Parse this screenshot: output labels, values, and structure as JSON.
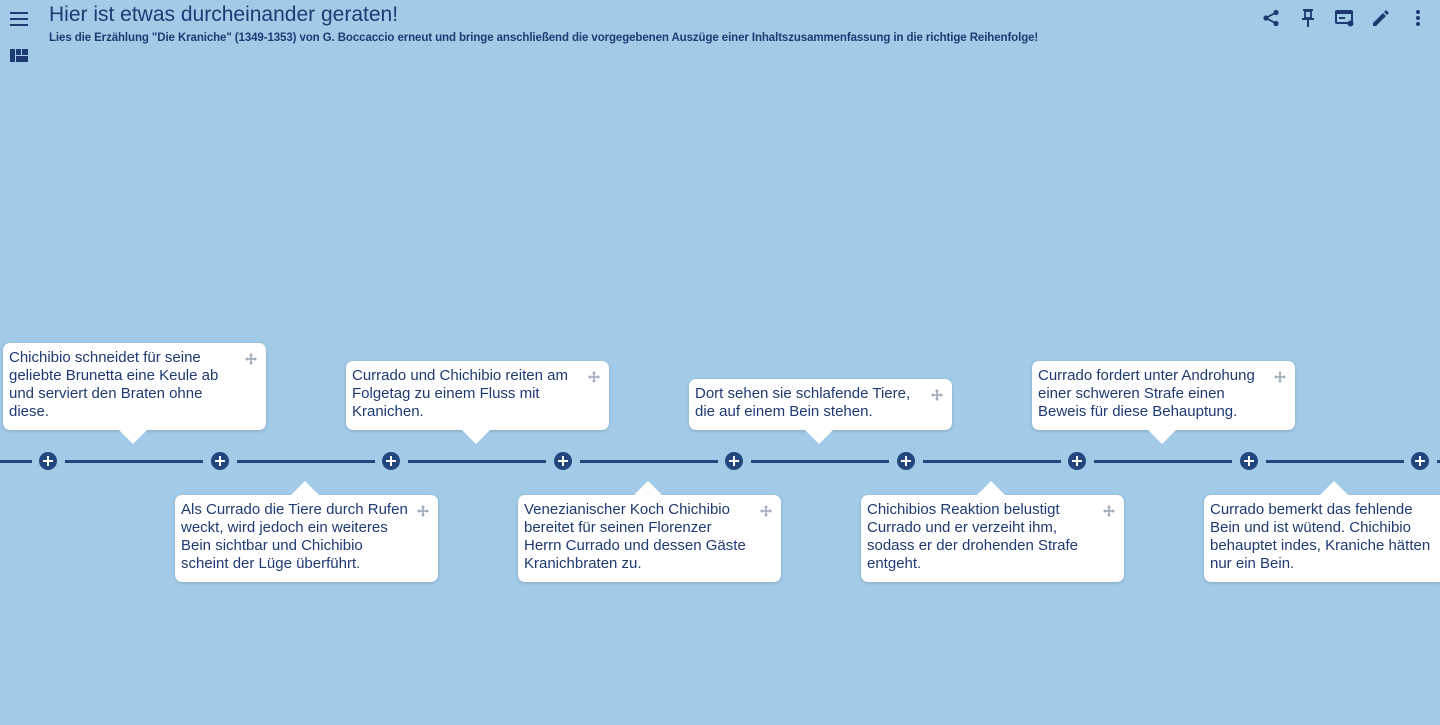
{
  "header": {
    "title": "Hier ist etwas durcheinander geraten!",
    "subtitle": "Lies die Erzählung \"Die Kraniche\" (1349-1353) von G. Boccaccio erneut und bringe anschließend die vorgegebenen Auszüge einer Inhaltszusammenfassung in die richtige Reihenfolge!",
    "menu_icon": "menu-icon",
    "layout_icon": "layout-icon",
    "actions": [
      "share-icon",
      "pin-icon",
      "slideshow-icon",
      "edit-icon",
      "more-vert-icon"
    ]
  },
  "colors": {
    "background": "#a2cbe8",
    "timeline": "#22477f",
    "card": "#ffffff",
    "text": "#1e3a72"
  },
  "cards": [
    {
      "text": "Chichibio schneidet für seine geliebte Brunetta eine Keule ab und serviert den Braten ohne diese.",
      "position": "above"
    },
    {
      "text": "Als Currado die Tiere durch Rufen weckt, wird jedoch ein weiteres Bein sichtbar und Chichibio scheint der Lüge überführt.",
      "position": "below"
    },
    {
      "text": "Currado und Chichibio reiten am Folgetag zu einem Fluss mit Kranichen.",
      "position": "above"
    },
    {
      "text": "Venezianischer Koch Chichibio bereitet für seinen Florenzer Herrn Currado und dessen Gäste Kranichbraten zu.",
      "position": "below"
    },
    {
      "text": "Dort sehen sie schlafende Tiere, die auf einem Bein stehen.",
      "position": "above"
    },
    {
      "text": "Chichibios Reaktion belustigt Currado und er verzeiht ihm, sodass er der drohenden Strafe entgeht.",
      "position": "below"
    },
    {
      "text": "Currado fordert unter Androhung einer schweren Strafe einen Beweis für diese Behauptung.",
      "position": "above"
    },
    {
      "text": "Currado bemerkt das fehlende Bein und ist wütend. Chichibio behauptet indes, Kraniche hätten nur ein Bein.",
      "position": "below"
    }
  ]
}
